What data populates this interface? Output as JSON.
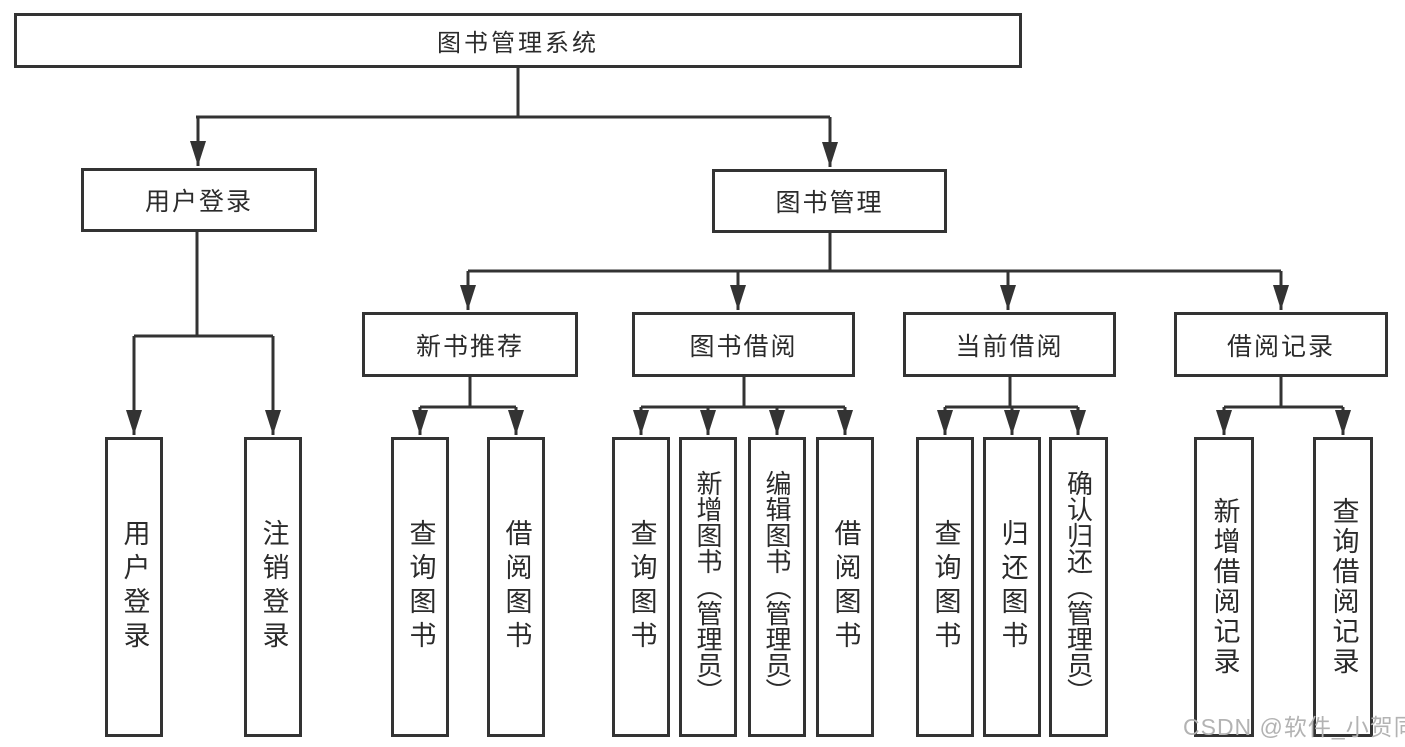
{
  "diagram": {
    "type": "hierarchy-tree",
    "root": "图书管理系统",
    "level2": {
      "user_login": "用户登录",
      "book_management": "图书管理"
    },
    "level3": {
      "new_book_recommend": "新书推荐",
      "book_borrow": "图书借阅",
      "current_borrow": "当前借阅",
      "borrow_records": "借阅记录"
    },
    "leaves": {
      "login": "用户登录",
      "logout": "注销登录",
      "nb_query_books": "查询图书",
      "nb_borrow_books": "借阅图书",
      "bb_query_books": "查询图书",
      "bb_add_books_admin": "新增图书（管理员）",
      "bb_edit_books_admin": "编辑图书（管理员）",
      "bb_borrow_books": "借阅图书",
      "cb_query_books": "查询图书",
      "cb_return_books": "归还图书",
      "cb_confirm_return_admin": "确认归还（管理员）",
      "br_add_record": "新增借阅记录",
      "br_query_record": "查询借阅记录"
    }
  },
  "watermark": {
    "text": "CSDN @软件_小贺同学"
  },
  "colors": {
    "line": "#333333",
    "box_border": "#333333",
    "box_background": "#ffffff",
    "page_background": "#ffffff",
    "watermark": "#b3b3b3"
  }
}
